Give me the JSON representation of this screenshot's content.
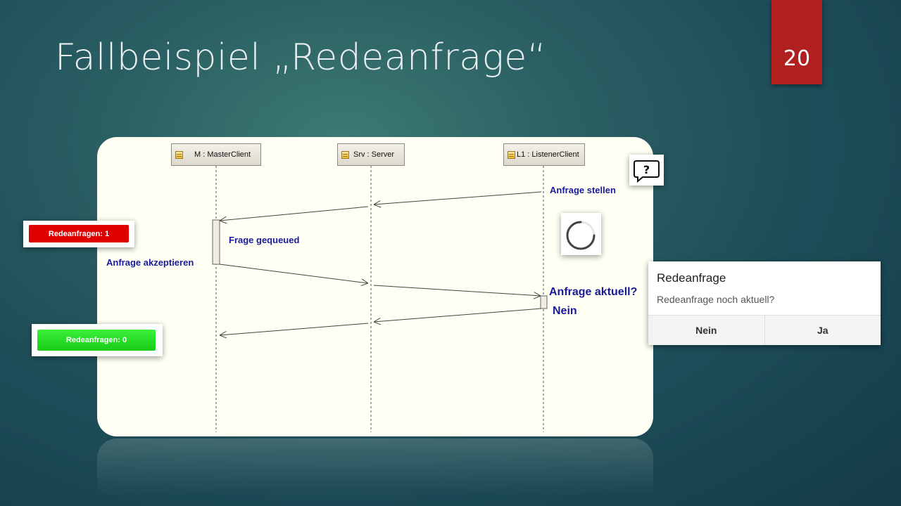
{
  "slide": {
    "title": "Fallbeispiel „Redeanfrage“",
    "page_number": "20"
  },
  "sequence": {
    "lifelines": [
      {
        "id": "master",
        "label": "M : MasterClient"
      },
      {
        "id": "server",
        "label": "Srv : Server"
      },
      {
        "id": "listener",
        "label": "L1 : ListenerClient"
      }
    ],
    "messages": [
      {
        "from": "listener",
        "to": "server",
        "label": "Anfrage stellen"
      },
      {
        "from": "server",
        "to": "master",
        "label": ""
      },
      {
        "from": "master",
        "to": "server",
        "label": "Anfrage akzeptieren"
      },
      {
        "from": "server",
        "to": "listener",
        "label": "Anfrage aktuell?"
      },
      {
        "from": "listener",
        "to": "server",
        "label": "Nein"
      },
      {
        "from": "server",
        "to": "master",
        "label": ""
      }
    ],
    "notes": [
      "Frage gequeued"
    ]
  },
  "overlays": {
    "counter_red": {
      "label": "Redeanfragen: 1",
      "color": "#e00000"
    },
    "counter_green": {
      "label": "Redeanfragen: 0",
      "color": "#22dd22"
    },
    "question_icon": "chat-question-icon",
    "loading_icon": "spinner-icon"
  },
  "dialog": {
    "title": "Redeanfrage",
    "message": "Redeanfrage noch aktuell?",
    "buttons": [
      "Nein",
      "Ja"
    ]
  },
  "colors": {
    "accent": "#b0201e",
    "message_text": "#1a1a9a",
    "diagram_bg": "#fffff4"
  }
}
